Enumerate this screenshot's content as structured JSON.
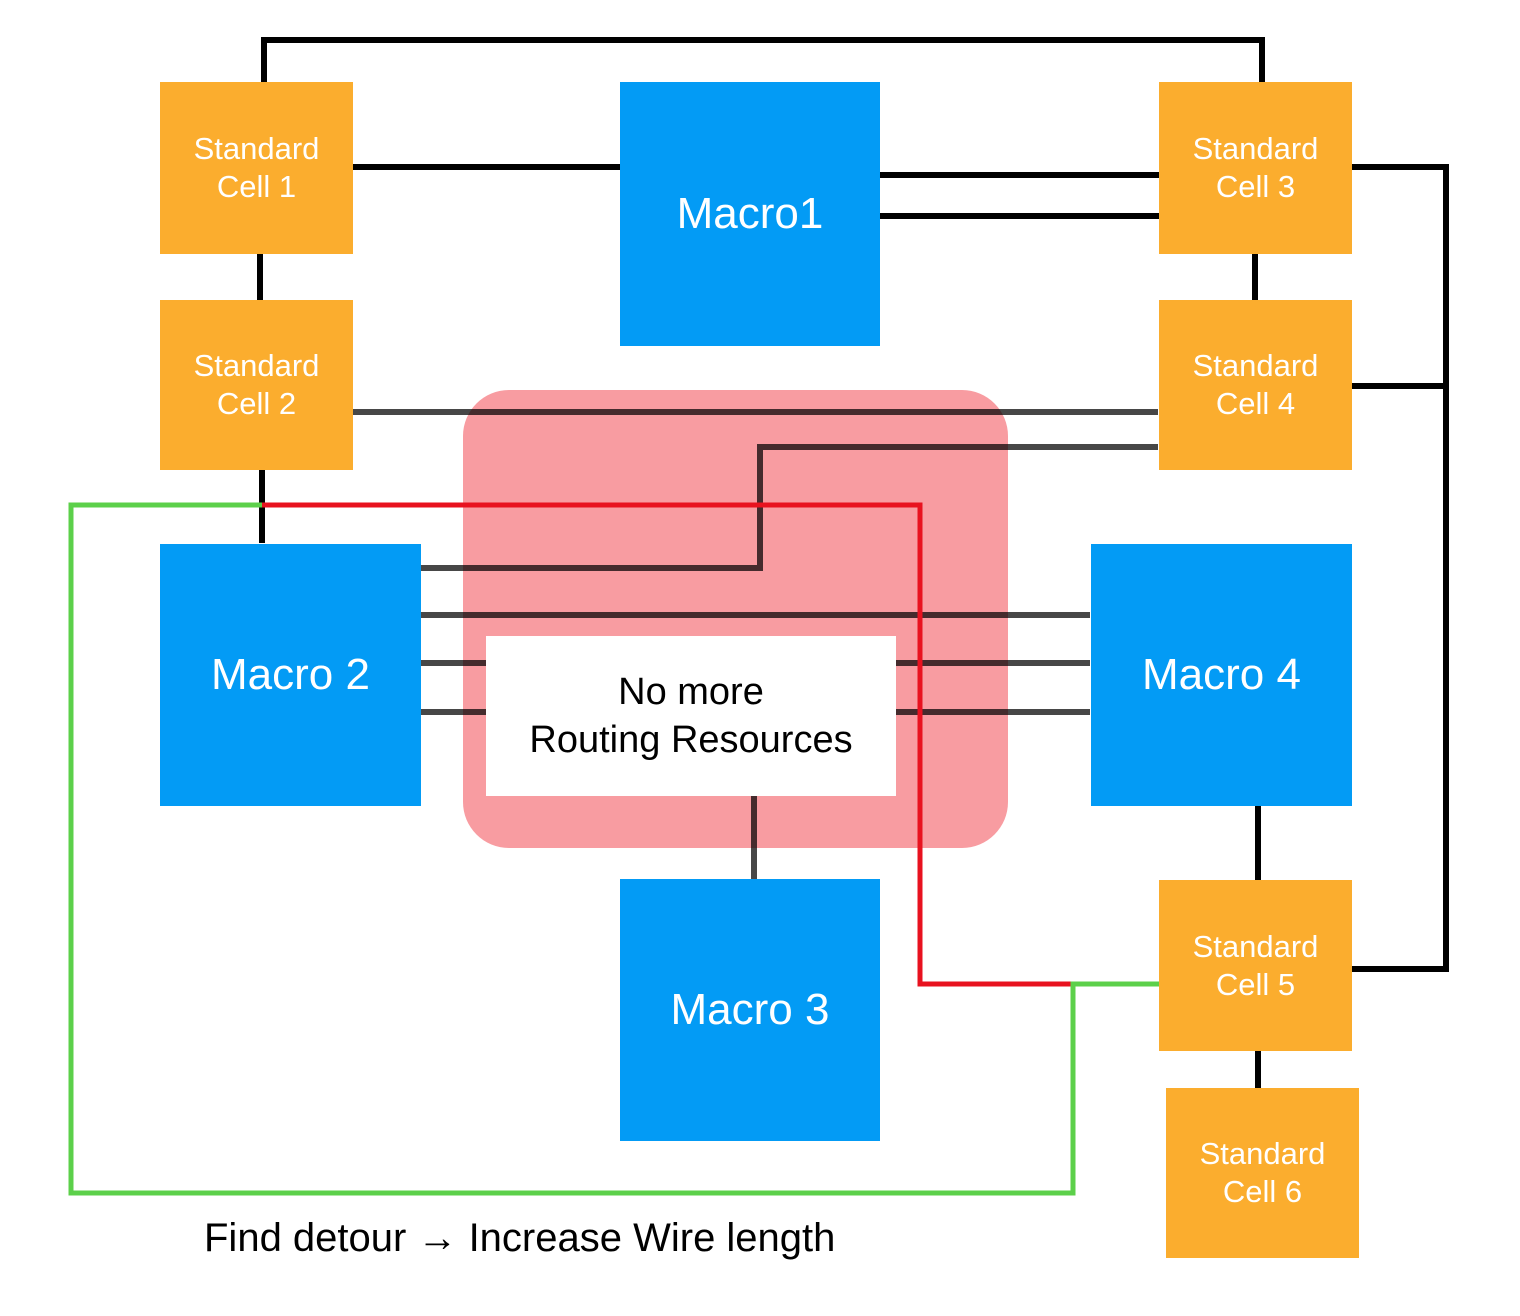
{
  "diagram": {
    "cells": [
      {
        "id": "cell1",
        "label": "Standard\nCell 1"
      },
      {
        "id": "cell2",
        "label": "Standard\nCell 2"
      },
      {
        "id": "cell3",
        "label": "Standard\nCell 3"
      },
      {
        "id": "cell4",
        "label": "Standard\nCell 4"
      },
      {
        "id": "cell5",
        "label": "Standard\nCell 5"
      },
      {
        "id": "cell6",
        "label": "Standard\nCell 6"
      }
    ],
    "macros": [
      {
        "id": "macro1",
        "label": "Macro1"
      },
      {
        "id": "macro2",
        "label": "Macro 2"
      },
      {
        "id": "macro3",
        "label": "Macro 3"
      },
      {
        "id": "macro4",
        "label": "Macro 4"
      }
    ],
    "congestion_note": "No more\nRouting Resources",
    "caption": "Find detour → Increase Wire length",
    "colors": {
      "standard_cell": "#fbad2e",
      "macro": "#039bf5",
      "congestion": "#f46d75",
      "wire": "#000000",
      "blocked_route": "#e8121f",
      "detour_route": "#5cd04a"
    }
  }
}
